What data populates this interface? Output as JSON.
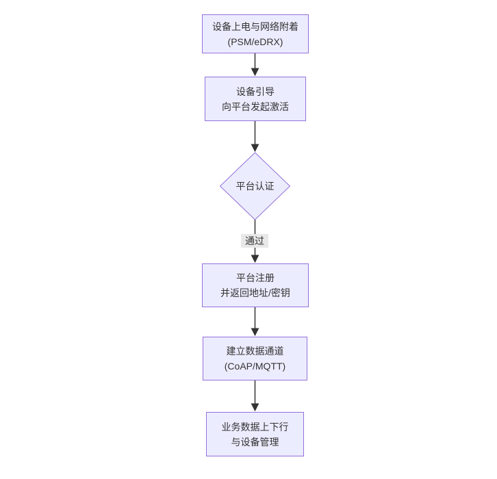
{
  "diagram": {
    "type": "flowchart",
    "direction": "top-down",
    "theme": {
      "canvas_background": "#ffffff",
      "node_fill": "#ECECFF",
      "node_border": "#9370DB",
      "edge_color": "#333333",
      "text_color": "#333333",
      "edge_label_background": "#e8e8e8"
    },
    "nodes": [
      {
        "id": "power-attach",
        "shape": "rect",
        "lines": [
          "设备上电与网络附着",
          "(PSM/eDRX)"
        ]
      },
      {
        "id": "bootstrap",
        "shape": "rect",
        "lines": [
          "设备引导",
          "向平台发起激活"
        ]
      },
      {
        "id": "platform-auth",
        "shape": "diamond",
        "lines": [
          "平台认证"
        ]
      },
      {
        "id": "register",
        "shape": "rect",
        "lines": [
          "平台注册",
          "并返回地址/密钥"
        ]
      },
      {
        "id": "data-channel",
        "shape": "rect",
        "lines": [
          "建立数据通道",
          "(CoAP/MQTT)"
        ]
      },
      {
        "id": "business",
        "shape": "rect",
        "lines": [
          "业务数据上下行",
          "与设备管理"
        ]
      }
    ],
    "edges": [
      {
        "from": "power-attach",
        "to": "bootstrap",
        "label": ""
      },
      {
        "from": "bootstrap",
        "to": "platform-auth",
        "label": ""
      },
      {
        "from": "platform-auth",
        "to": "register",
        "label": "通过"
      },
      {
        "from": "register",
        "to": "data-channel",
        "label": ""
      },
      {
        "from": "data-channel",
        "to": "business",
        "label": ""
      }
    ]
  }
}
